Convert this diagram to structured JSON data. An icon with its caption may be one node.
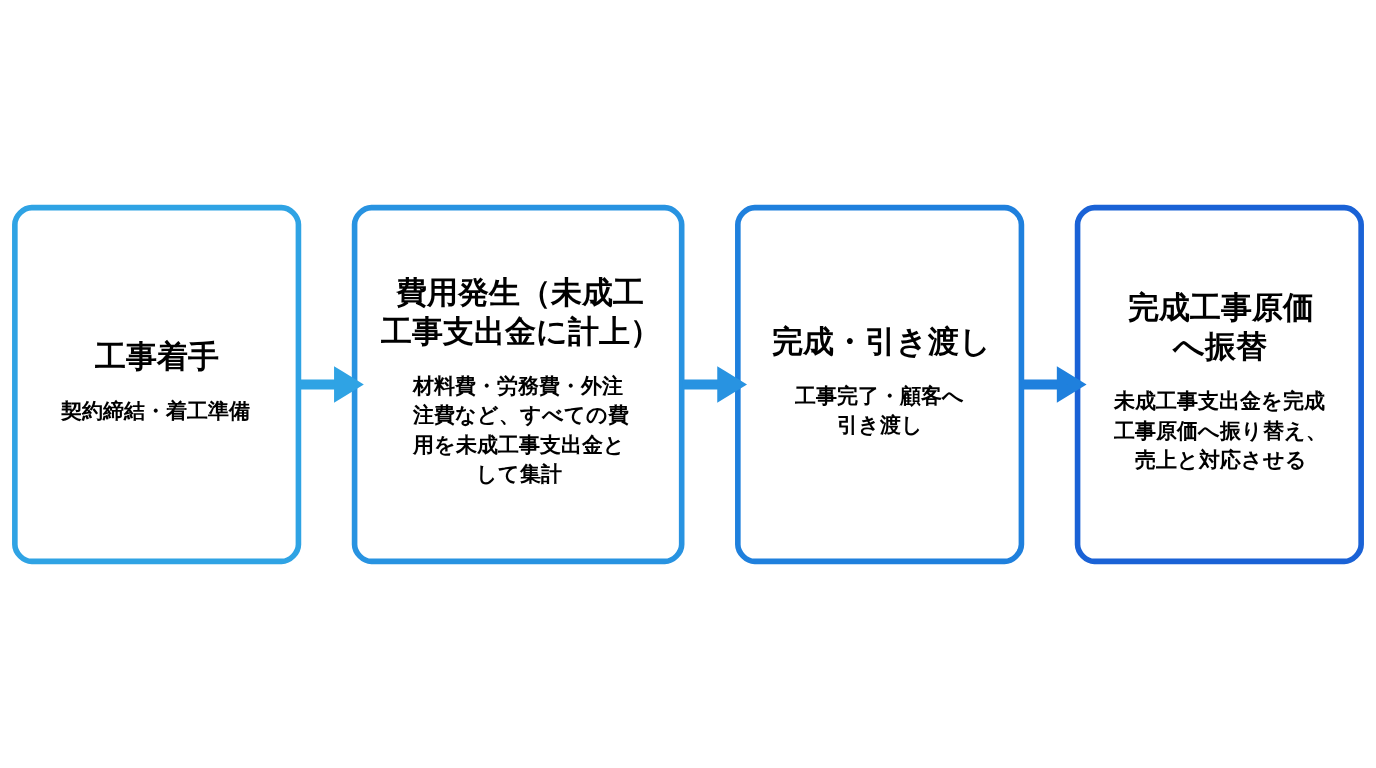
{
  "diagram": {
    "nodes": [
      {
        "text": [
          "工事着手",
          "契約締結・着工準備"
        ]
      },
      {
        "text": [
          "費用発生（未成工工事支出金に計上）",
          "材料費・労務費・外注注費など、すべての費用を未成工事支出金として集計"
        ]
      },
      {
        "text": [
          "完成・引き渡し",
          "工事完了・顧客へ引き渡し"
        ]
      },
      {
        "text": [
          "完成工事原価へ振替",
          "未成工事支出金を完成工事原価へ振り替え、売上と対応させる"
        ]
      }
    ],
    "edges": [
      {
        "from": 0,
        "to": 1,
        "arrow": "to"
      },
      {
        "from": 1,
        "to": 2,
        "arrow": "to"
      },
      {
        "from": 2,
        "to": 3,
        "arrow": "to"
      }
    ]
  }
}
